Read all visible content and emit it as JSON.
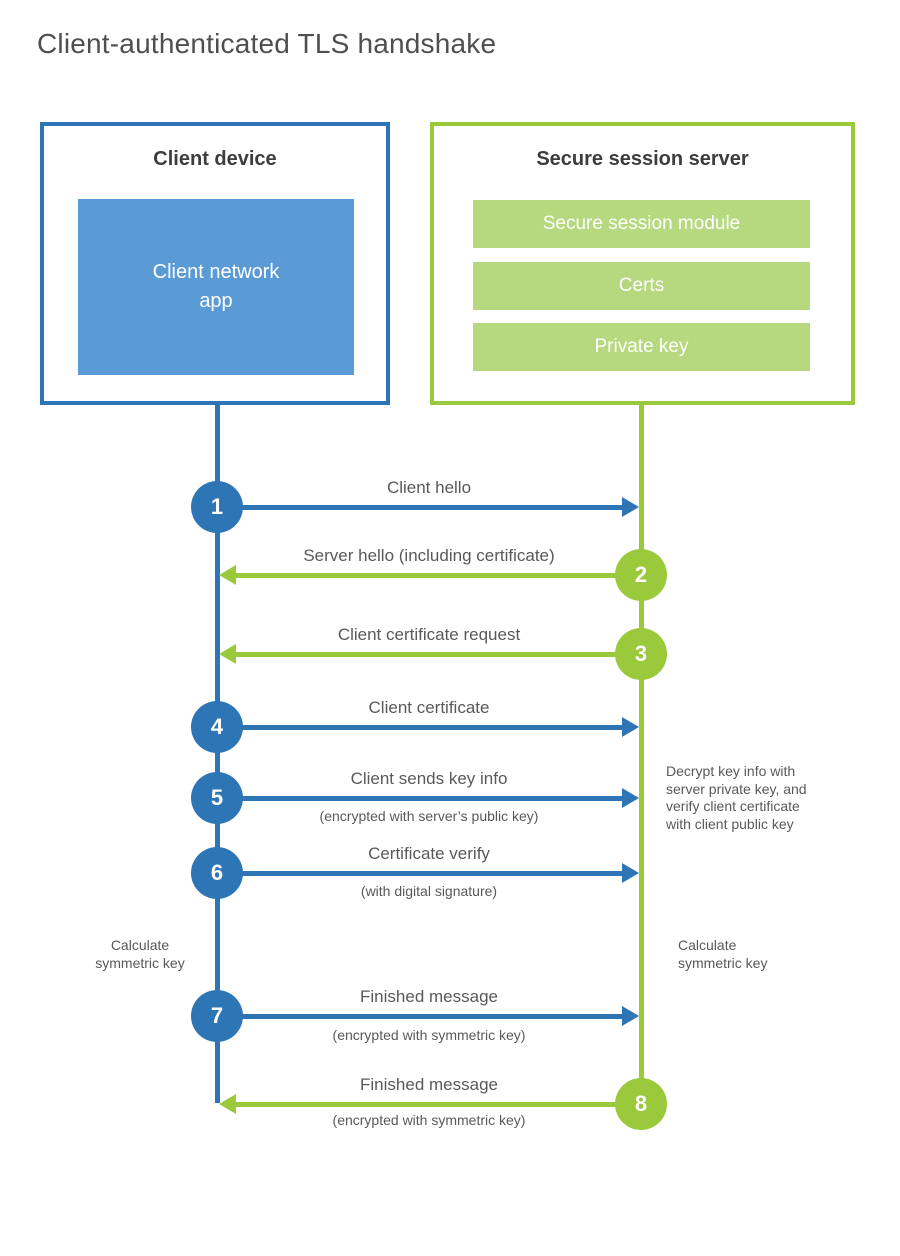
{
  "title": "Client-authenticated TLS handshake",
  "client": {
    "heading": "Client device",
    "app_label": "Client network\napp"
  },
  "server": {
    "heading": "Secure session server",
    "modules": [
      "Secure session module",
      "Certs",
      "Private key"
    ]
  },
  "steps": [
    {
      "num": "1",
      "label": "Client hello",
      "direction": "client-to-server",
      "color": "blue"
    },
    {
      "num": "2",
      "label": "Server hello (including certificate)",
      "direction": "server-to-client",
      "color": "green"
    },
    {
      "num": "3",
      "label": "Client certificate request",
      "direction": "server-to-client",
      "color": "green"
    },
    {
      "num": "4",
      "label": "Client certificate",
      "direction": "client-to-server",
      "color": "blue"
    },
    {
      "num": "5",
      "label": "Client sends key info",
      "sub": "(encrypted with server’s public key)",
      "direction": "client-to-server",
      "color": "blue"
    },
    {
      "num": "6",
      "label": "Certificate verify",
      "sub": "(with digital signature)",
      "direction": "client-to-server",
      "color": "blue"
    },
    {
      "num": "7",
      "label": "Finished message",
      "sub": "(encrypted with symmetric key)",
      "direction": "client-to-server",
      "color": "blue"
    },
    {
      "num": "8",
      "label": "Finished message",
      "sub": "(encrypted with symmetric key)",
      "direction": "server-to-client",
      "color": "green"
    }
  ],
  "annotations": {
    "decrypt_note": "Decrypt key info with server private key, and verify client certificate with client public key",
    "calc_key_left": "Calculate\nsymmetric key",
    "calc_key_right": "Calculate\nsymmetric key"
  },
  "colors": {
    "blue": "#2e75b6",
    "blue_light": "#5b9bd5",
    "green": "#9aca3c",
    "green_light": "#b6d87f",
    "text": "#595959"
  }
}
